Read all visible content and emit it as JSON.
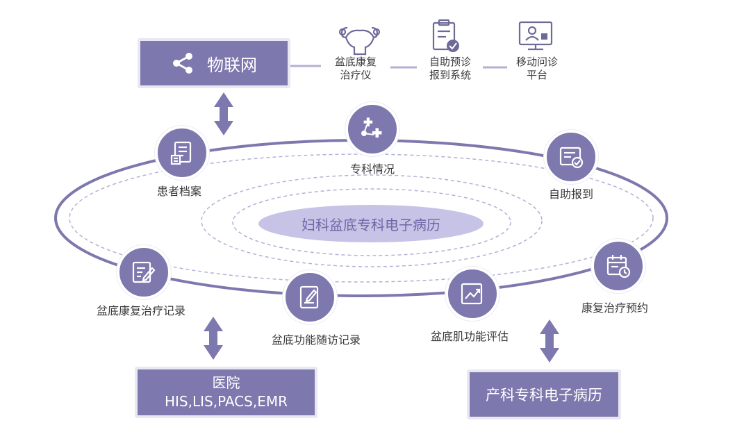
{
  "iot": {
    "label": "物联网",
    "icon": "share-icon"
  },
  "devices": [
    {
      "icon": "uterus-icon",
      "line1": "盆底康复",
      "line2": "治疗仪"
    },
    {
      "icon": "clipboard-check-icon",
      "line1": "自助预诊",
      "line2": "报到系统"
    },
    {
      "icon": "video-consult-icon",
      "line1": "移动问诊",
      "line2": "平台"
    }
  ],
  "center": "妇科盆底专科电子病历",
  "nodes": [
    {
      "key": "patient_archive",
      "label": "患者档案",
      "icon": "document-archive-icon"
    },
    {
      "key": "specialty",
      "label": "专科情况",
      "icon": "medical-cross-network-icon"
    },
    {
      "key": "self_checkin",
      "label": "自助报到",
      "icon": "form-check-icon"
    },
    {
      "key": "rehab_appointment",
      "label": "康复治疗预约",
      "icon": "calendar-clock-icon"
    },
    {
      "key": "muscle_eval",
      "label": "盆底肌功能评估",
      "icon": "trend-chart-icon"
    },
    {
      "key": "followup",
      "label": "盆底功能随访记录",
      "icon": "edit-document-icon"
    },
    {
      "key": "rehab_record",
      "label": "盆底康复治疗记录",
      "icon": "write-notes-icon"
    }
  ],
  "hospital": {
    "line1": "医院",
    "line2": "HIS,LIS,PACS,EMR"
  },
  "obstetrics": {
    "label": "产科专科电子病历"
  },
  "colors": {
    "primary": "#7d78ad",
    "light": "#c6c3e6",
    "line": "#b3b0d4"
  }
}
